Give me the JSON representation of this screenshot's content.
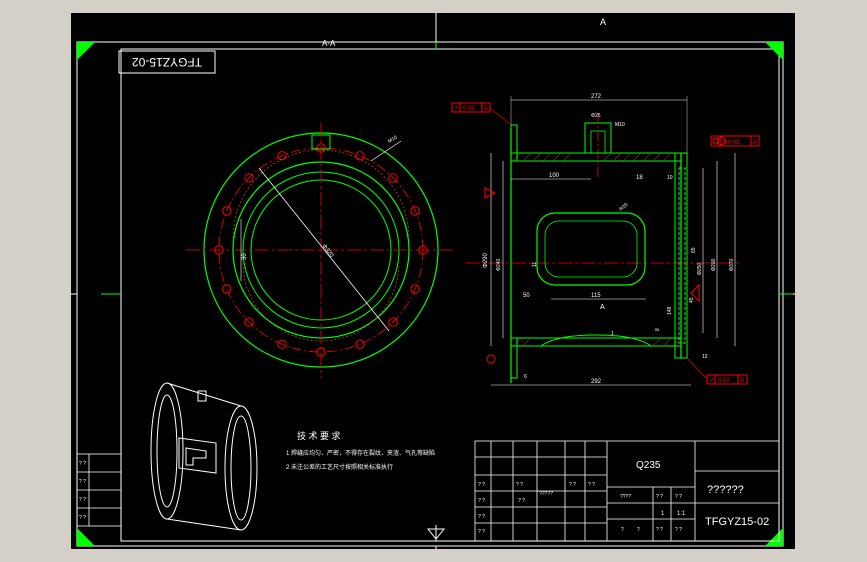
{
  "drawing": {
    "section_label": "A-A",
    "view_marker_top": "A",
    "view_marker_mid": "A",
    "rotated_code": "TFGYZ15-02",
    "tech_req_title": "技 术 要 求",
    "tech_req_1": "1  焊缝应均匀、严密，不得存在裂纹、夹渣、气孔等缺陷",
    "tech_req_2": "2  未注公差的工艺尺寸按照相关标准执行",
    "gdt_top_left": "0.02",
    "gdt_top_left_ref": "A",
    "gdt_right": "Φ0.05",
    "gdt_right_ref": "A",
    "gdt_bottom": "0.02",
    "gdt_bottom_ref": "A",
    "dims": {
      "top_width": "272",
      "bottom_width": "292",
      "d_small": "Φ25",
      "m10": "M10",
      "d100": "100",
      "d18": "18",
      "d115": "115",
      "d50": "50",
      "d6": "6",
      "d12": "12",
      "d8": "8",
      "r20": "R20",
      "phi320": "Φ320",
      "phi290": "Φ290",
      "phi200": "Φ200",
      "phi370": "Φ370",
      "phi240": "Φ240",
      "phi250": "Φ250",
      "d30": "30",
      "d11": "11",
      "d148": "148",
      "d65": "65",
      "d45": "45",
      "d10": "10",
      "d1": "1"
    },
    "title_block": {
      "material": "Q235",
      "name": "??????",
      "code": "TFGYZ15-02",
      "row_labels": [
        "? ?",
        "? ?",
        "? ?",
        "? ?"
      ],
      "left_cells": [
        "? ?",
        "? ?",
        "? ?",
        "? ?",
        "? ?"
      ],
      "mid_cells": [
        "? ?",
        "? ?",
        "?????",
        "? ?"
      ],
      "scale_hdr": [
        "????",
        "? ?",
        "? ?"
      ],
      "scale_vals": [
        "1",
        "1:1"
      ],
      "bottom_cells": [
        "?",
        "?",
        "? ?",
        "? ?"
      ],
      "small_cell": "??"
    }
  },
  "colors": {
    "background": "#000000",
    "outline": "#ffffff",
    "centerline": "#ff0000",
    "dimension": "#ffffff",
    "part": "#00ff00",
    "gdt": "#ff0000"
  }
}
